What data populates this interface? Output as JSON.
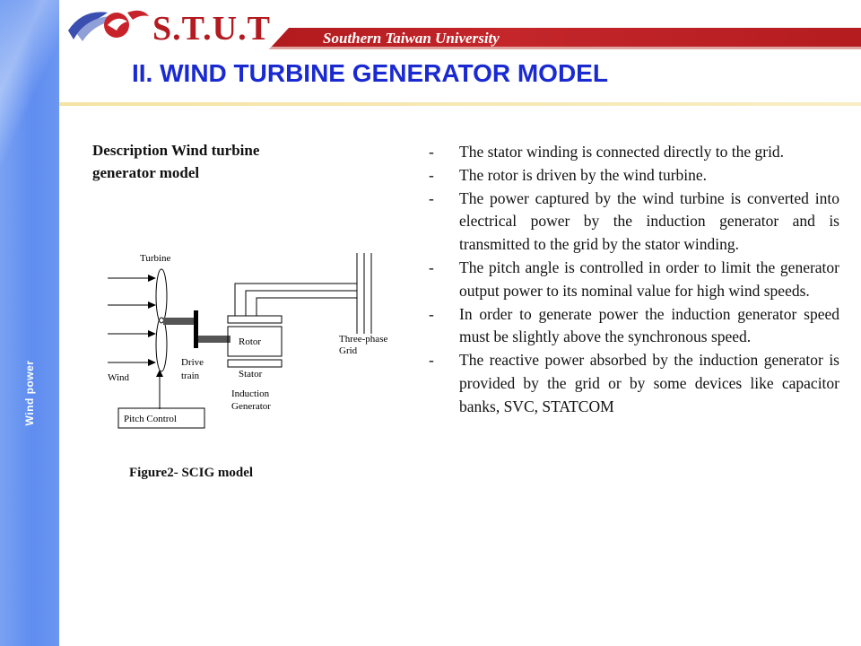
{
  "header": {
    "brand": "S.T.U.T",
    "university": "Southern Taiwan University"
  },
  "sidebar": {
    "label": "Wind power"
  },
  "slide": {
    "title": "II. WIND TURBINE GENERATOR MODEL",
    "description": "Description  Wind turbine generator model",
    "figure_caption": "Figure2- SCIG  model",
    "figure_labels": {
      "turbine": "Turbine",
      "wind": "Wind",
      "drive_train_1": "Drive",
      "drive_train_2": "train",
      "rotor": "Rotor",
      "stator": "Stator",
      "induction_1": "Induction",
      "induction_2": "Generator",
      "grid_1": "Three-phase",
      "grid_2": "Grid",
      "pitch_control": "Pitch Control"
    },
    "bullets": [
      {
        "dash": "-",
        "text": "The stator winding is connected directly to the grid."
      },
      {
        "dash": "-",
        "text": "The rotor is driven by the wind turbine."
      },
      {
        "dash": "-",
        "text": "The power captured by the wind turbine is converted into electrical power by the induction generator and is transmitted to the grid by the stator winding."
      },
      {
        "dash": "-",
        "text": "The pitch angle is controlled in order to limit the generator output power to its nominal value for high wind speeds."
      },
      {
        "dash": "-",
        "text": "In order to generate power the induction generator speed must be slightly above the synchronous speed."
      },
      {
        "dash": "-",
        "text": "The reactive power absorbed by the induction generator is provided by the grid or by some devices like capacitor banks, SVC, STATCOM"
      }
    ]
  },
  "colors": {
    "title_blue": "#1a2ad1",
    "brand_red": "#b31b20",
    "sidebar_blue": "#6b96f1",
    "rule_yellow": "#f4e3a2"
  }
}
